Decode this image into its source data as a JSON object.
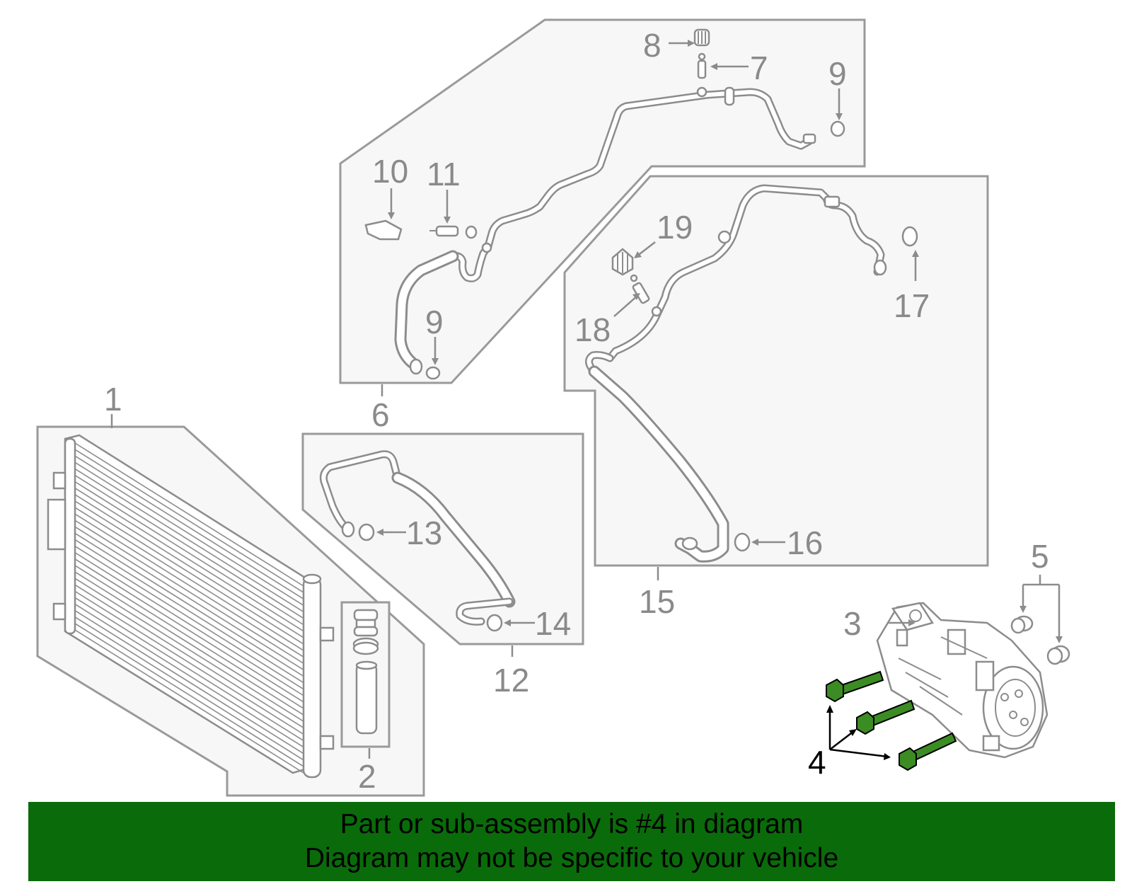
{
  "callouts": {
    "c1": "1",
    "c2": "2",
    "c3": "3",
    "c4": "4",
    "c5": "5",
    "c6": "6",
    "c7": "7",
    "c8": "8",
    "c9a": "9",
    "c9b": "9",
    "c10": "10",
    "c11": "11",
    "c12": "12",
    "c13": "13",
    "c14": "14",
    "c15": "15",
    "c16": "16",
    "c17": "17",
    "c18": "18",
    "c19": "19"
  },
  "highlight_part": "4",
  "colors": {
    "panel_fill": "#f7f7f7",
    "line": "#8c8c8c",
    "highlight_bolt": "#3c8c24",
    "banner": "#0a6b0a"
  },
  "banner": {
    "line1": "Part or sub-assembly is #4 in diagram",
    "line2": "Diagram may not be specific to your vehicle"
  }
}
